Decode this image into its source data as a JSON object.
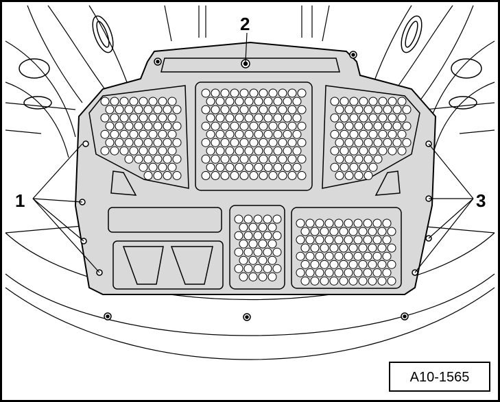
{
  "callouts": {
    "one": "1",
    "two": "2",
    "three": "3"
  },
  "figure_ref": "A10-1565",
  "colors": {
    "panel_fill": "#d9d9d9",
    "line": "#000000",
    "background": "#ffffff"
  }
}
